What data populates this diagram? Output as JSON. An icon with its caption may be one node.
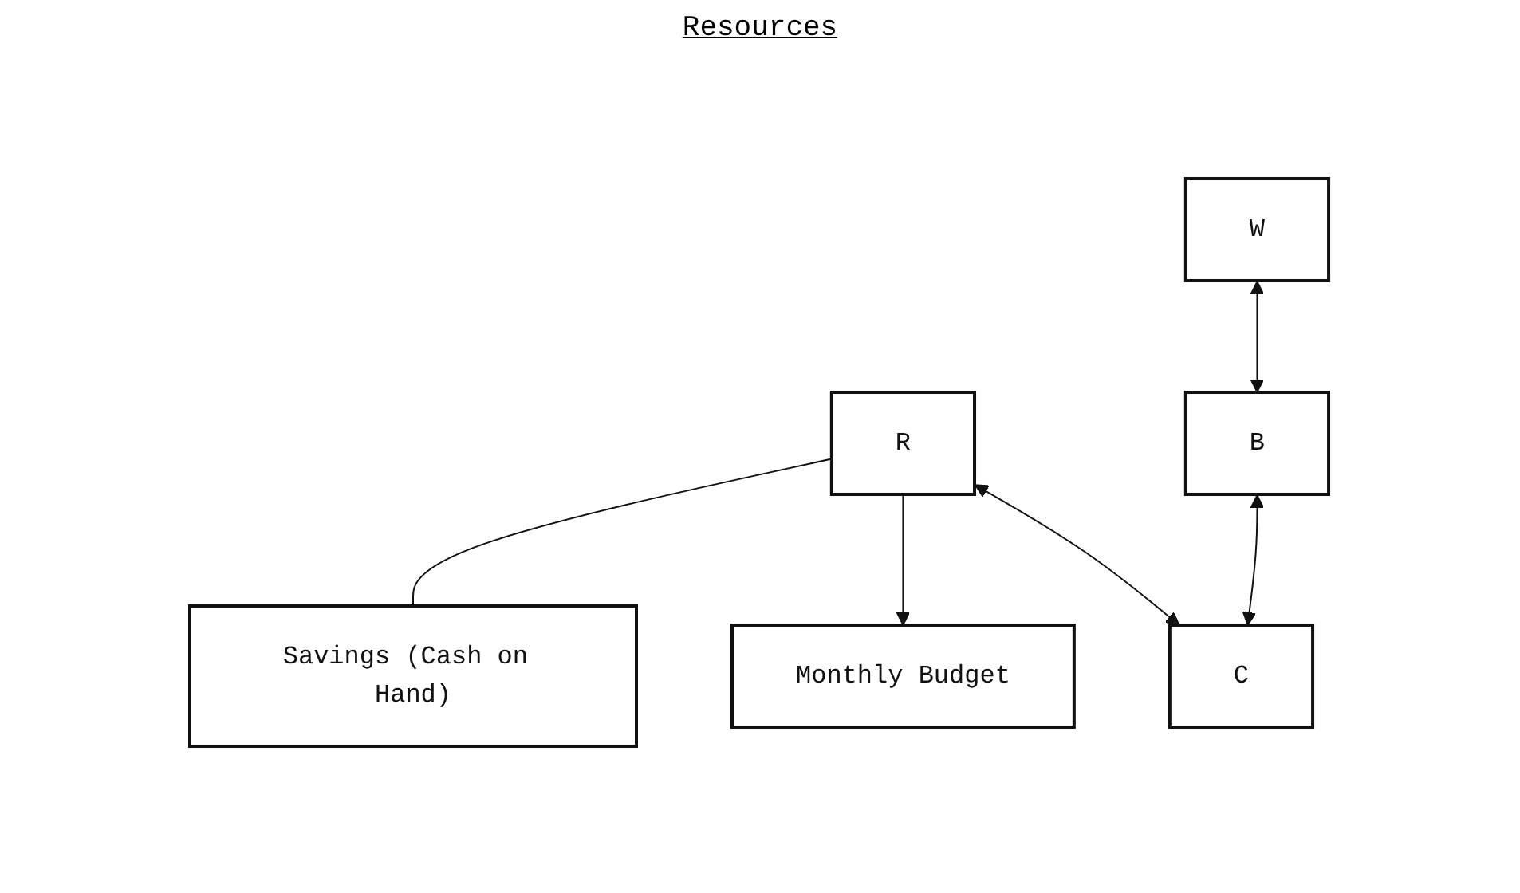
{
  "diagram": {
    "title": "Resources",
    "nodes": [
      {
        "text": [
          "Savings (Cash on Hand)"
        ]
      },
      {
        "text": [
          "W"
        ]
      },
      {
        "text": [
          "R"
        ]
      },
      {
        "text": [
          "Monthly Budget"
        ]
      },
      {
        "text": [
          "B"
        ]
      },
      {
        "text": [
          "C"
        ]
      }
    ],
    "edges": [
      {
        "from": 2,
        "to": 0,
        "arrow": "none"
      },
      {
        "from": 2,
        "to": 3,
        "arrow": "to"
      },
      {
        "from": 1,
        "to": 4,
        "arrow": "both"
      },
      {
        "from": 2,
        "to": 5,
        "arrow": "both"
      },
      {
        "from": 4,
        "to": 5,
        "arrow": "both"
      }
    ]
  }
}
